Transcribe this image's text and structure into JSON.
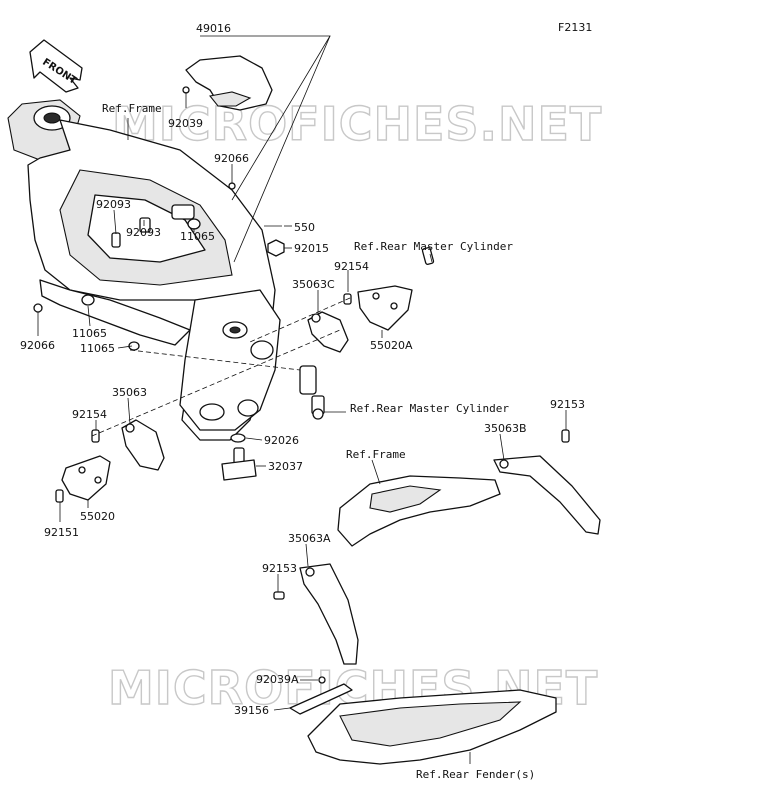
{
  "diagram_code": "F2131",
  "front_arrow": {
    "text": "FRONT"
  },
  "watermarks": [
    "MICROFICHES.NET",
    "MICROFICHES.NET"
  ],
  "labels": {
    "p49016": "49016",
    "p92039": "92039",
    "ref_frame_top": "Ref.Frame",
    "p92066_top": "92066",
    "p92093_a": "92093",
    "p92093_b": "92093",
    "p11065_a": "11065",
    "p550": "550",
    "p92015": "92015",
    "ref_rear_master_cyl_top": "Ref.Rear Master Cylinder",
    "p92154_right": "92154",
    "p35063C": "35063C",
    "p55020A": "55020A",
    "p92066_left": "92066",
    "p11065_b": "11065",
    "p11065_c": "11065",
    "p35063": "35063",
    "p92154_left": "92154",
    "ref_rear_master_cyl_mid": "Ref.Rear Master Cylinder",
    "p92153_right": "92153",
    "p35063B": "35063B",
    "p92026": "92026",
    "p32037": "32037",
    "ref_frame_mid": "Ref.Frame",
    "p55020": "55020",
    "p92151": "92151",
    "p35063A": "35063A",
    "p92153_left": "92153",
    "p92039A": "92039A",
    "p39156": "39156",
    "ref_rear_fenders": "Ref.Rear Fender(s)"
  }
}
